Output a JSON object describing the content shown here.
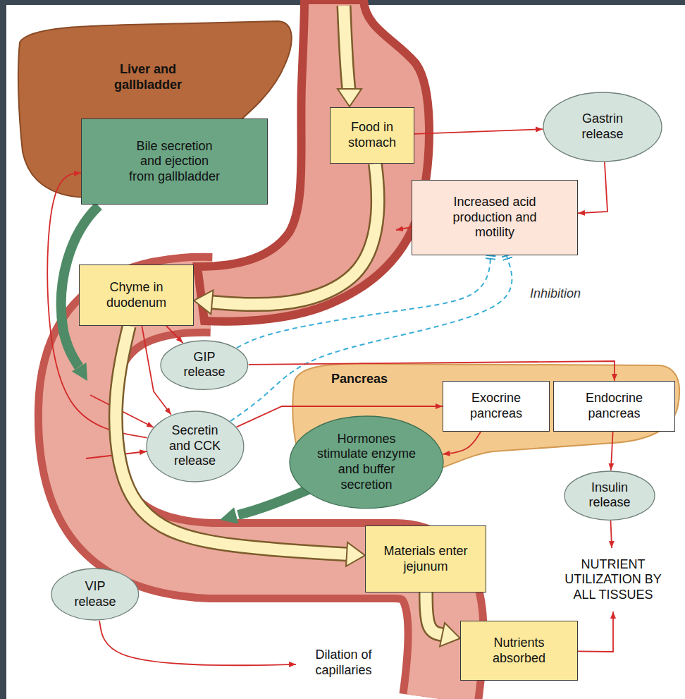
{
  "diagram": {
    "nodes": [
      {
        "text": [
          "Food in stomach"
        ]
      },
      {
        "text": [
          "Gastrin release"
        ]
      },
      {
        "text": [
          "Bile secretion and ejection from gallbladder"
        ]
      },
      {
        "text": [
          "Increased acid production and motility"
        ]
      },
      {
        "text": [
          "Chyme in duodenum"
        ]
      },
      {
        "text": [
          "GIP release"
        ]
      },
      {
        "text": [
          "Exocrine pancreas"
        ]
      },
      {
        "text": [
          "Endocrine pancreas"
        ]
      },
      {
        "text": [
          "Secretin and CCK release"
        ]
      },
      {
        "text": [
          "Hormones stimulate enzyme and buffer secretion"
        ]
      },
      {
        "text": [
          "Insulin release"
        ]
      },
      {
        "text": [
          "Materials enter jejunum"
        ]
      },
      {
        "text": [
          "VIP release"
        ]
      },
      {
        "text": [
          "NUTRIENT UTILIZATION BY ALL TISSUES"
        ]
      },
      {
        "text": [
          "Nutrients absorbed"
        ]
      },
      {
        "text": [
          "Dilation of capillaries"
        ]
      }
    ],
    "edges": [
      {
        "from": 0,
        "to": 1,
        "arrow": "to"
      },
      {
        "from": 1,
        "to": 3,
        "arrow": "to"
      },
      {
        "from": 0,
        "to": 4,
        "arrow": "to"
      },
      {
        "from": 4,
        "to": 5,
        "arrow": "to"
      },
      {
        "from": 4,
        "to": 8,
        "arrow": "to"
      },
      {
        "from": 5,
        "to": 3,
        "arrow": "to"
      },
      {
        "from": 8,
        "to": 3,
        "arrow": "to"
      },
      {
        "from": 5,
        "to": 7,
        "arrow": "to"
      },
      {
        "from": 8,
        "to": 6,
        "arrow": "to"
      },
      {
        "from": 8,
        "to": 2,
        "arrow": "to"
      },
      {
        "from": 6,
        "to": 9,
        "arrow": "to"
      },
      {
        "from": 4,
        "to": 11,
        "arrow": "to"
      },
      {
        "from": 7,
        "to": 10,
        "arrow": "to"
      },
      {
        "from": 10,
        "to": 13,
        "arrow": "to"
      },
      {
        "from": 11,
        "to": 14,
        "arrow": "to"
      },
      {
        "from": 14,
        "to": 13,
        "arrow": "to"
      },
      {
        "from": 12,
        "to": 15,
        "arrow": "to"
      }
    ],
    "labels": [
      "Liver and gallbladder",
      "Inhibition",
      "Pancreas"
    ]
  }
}
